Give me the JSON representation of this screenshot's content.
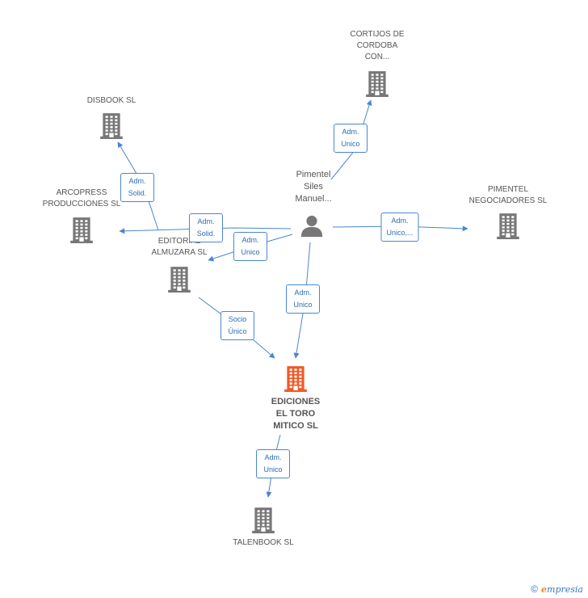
{
  "colors": {
    "edge": "#4a86d0",
    "company": "#777777",
    "main_company": "#f05a28",
    "person": "#777777"
  },
  "nodes": [
    {
      "id": "cortijos",
      "type": "company",
      "label": "CORTIJOS DE\nCORDOBA\nCON..."
    },
    {
      "id": "disbook",
      "type": "company",
      "label": "DISBOOK SL"
    },
    {
      "id": "arcopress",
      "type": "company",
      "label": "ARCOPRESS\nPRODUCCIONES SL"
    },
    {
      "id": "pimentel_neg",
      "type": "company",
      "label": "PIMENTEL\nNEGOCIADORES SL"
    },
    {
      "id": "editorial",
      "type": "company",
      "label": "EDITORIAL\nALMUZARA SL"
    },
    {
      "id": "person",
      "type": "person",
      "label": "Pimentel\nSiles\nManuel..."
    },
    {
      "id": "main",
      "type": "main",
      "label": "EDICIONES\nEL TORO\nMITICO SL"
    },
    {
      "id": "talenbook",
      "type": "company",
      "label": "TALENBOOK SL"
    }
  ],
  "edges": [
    {
      "id": "e1",
      "label": "Adm.\nUnico"
    },
    {
      "id": "e2",
      "label": "Adm.\nSolid."
    },
    {
      "id": "e3",
      "label": "Adm.\nSolid."
    },
    {
      "id": "e4",
      "label": "Adm.\nUnico"
    },
    {
      "id": "e5",
      "label": "Adm.\nUnico,..."
    },
    {
      "id": "e6",
      "label": "Adm.\nUnico"
    },
    {
      "id": "e7",
      "label": "Socio\nÚnico"
    },
    {
      "id": "e8",
      "label": "Adm.\nUnico"
    }
  ],
  "footer": {
    "copyright": "©",
    "brand_initial": "e",
    "brand_rest": "mpresia"
  }
}
